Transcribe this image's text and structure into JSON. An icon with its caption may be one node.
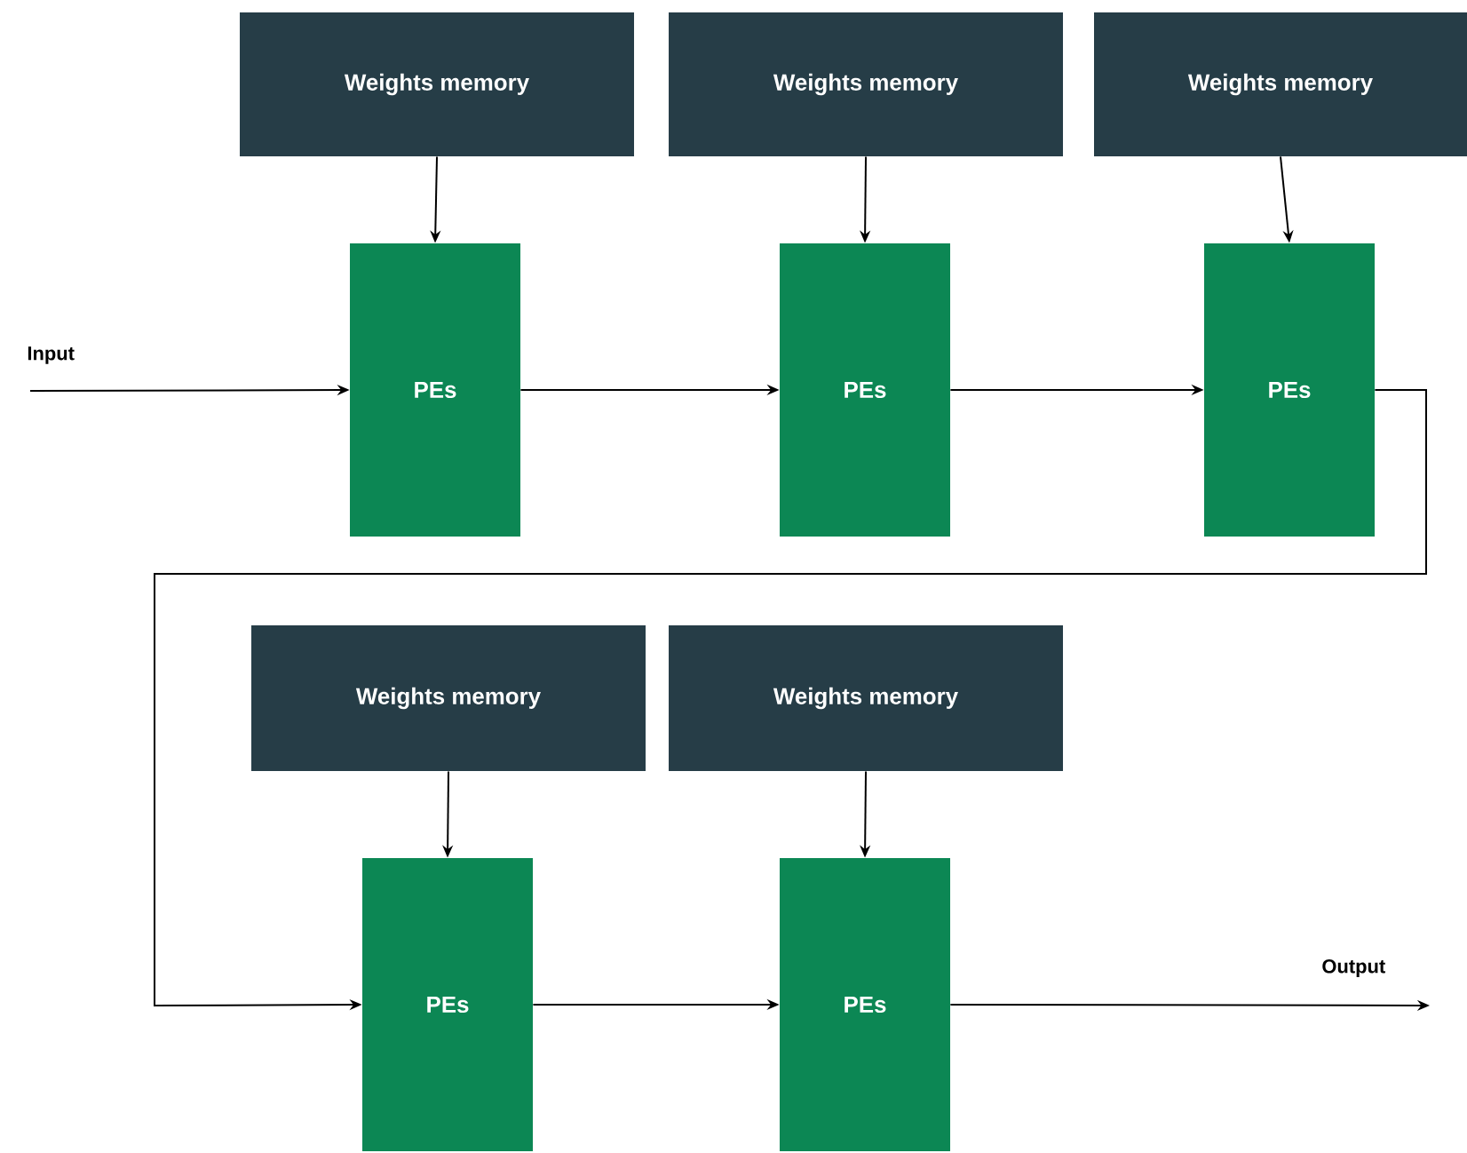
{
  "diagram": {
    "nodes": [
      {
        "text": [
          "Weights memory"
        ]
      },
      {
        "text": [
          "Weights memory"
        ]
      },
      {
        "text": [
          "Weights memory"
        ]
      },
      {
        "text": [
          "Weights memory"
        ]
      },
      {
        "text": [
          "Weights memory"
        ]
      },
      {
        "text": [
          "PEs"
        ]
      },
      {
        "text": [
          "PEs"
        ]
      },
      {
        "text": [
          "PEs"
        ]
      },
      {
        "text": [
          "PEs"
        ]
      },
      {
        "text": [
          "PEs"
        ]
      }
    ],
    "edges": [
      {
        "from": 0,
        "to": 5,
        "arrow": "to"
      },
      {
        "from": 1,
        "to": 6,
        "arrow": "to"
      },
      {
        "from": 2,
        "to": 7,
        "arrow": "to"
      },
      {
        "from": 3,
        "to": 8,
        "arrow": "to"
      },
      {
        "from": 4,
        "to": 9,
        "arrow": "to"
      },
      {
        "from": null,
        "to": 5,
        "arrow": "to",
        "label": "Input"
      },
      {
        "from": 5,
        "to": 6,
        "arrow": "to"
      },
      {
        "from": 6,
        "to": 7,
        "arrow": "to"
      },
      {
        "from": 7,
        "to": 8,
        "arrow": "to"
      },
      {
        "from": 8,
        "to": 9,
        "arrow": "to"
      },
      {
        "from": 9,
        "to": null,
        "arrow": "to",
        "label": "Output"
      }
    ]
  }
}
